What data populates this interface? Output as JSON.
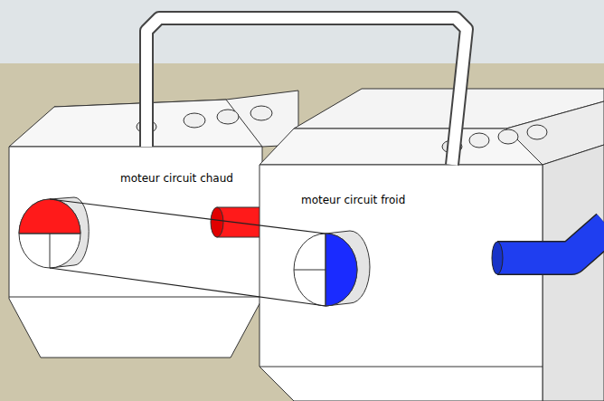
{
  "diagram": {
    "nodes": [
      {
        "text": [
          "moteur circuit chaud"
        ]
      },
      {
        "text": [
          "moteur circuit froid"
        ]
      }
    ],
    "edges": [
      {
        "from": 0,
        "to": 1,
        "arrow": "none"
      }
    ]
  }
}
